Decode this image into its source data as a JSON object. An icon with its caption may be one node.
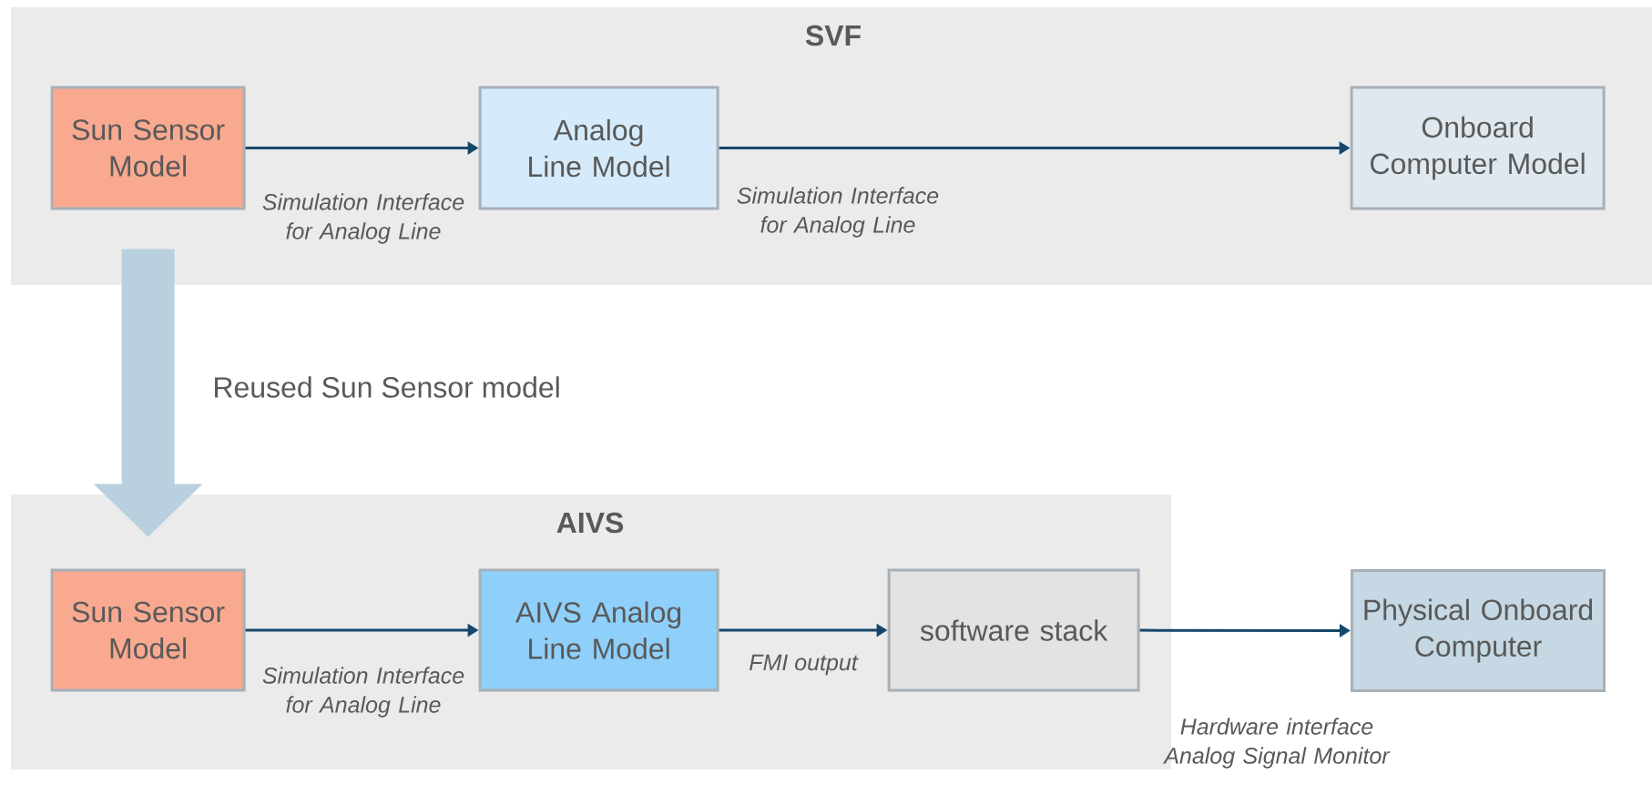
{
  "diagram": {
    "nodes": [
      {
        "text": [
          "SVF"
        ]
      },
      {
        "text": [
          "Sun Sensor Model"
        ],
        "in": 0
      },
      {
        "text": [
          "Analog Line Model"
        ],
        "in": 0
      },
      {
        "text": [
          "Onboard Computer Model"
        ],
        "in": 0
      },
      {
        "text": [
          "AIVS"
        ]
      },
      {
        "text": [
          "Sun Sensor Model"
        ],
        "in": 4
      },
      {
        "text": [
          "AIVS Analog Line Model"
        ],
        "in": 4
      },
      {
        "text": [
          "software stack"
        ],
        "in": 4
      },
      {
        "text": [
          "Physical Onboard Computer"
        ]
      }
    ],
    "edges": [
      {
        "from": 1,
        "to": 2,
        "arrow": "to",
        "label": "Simulation Interface for Analog Line"
      },
      {
        "from": 2,
        "to": 3,
        "arrow": "to",
        "label": "Simulation Interface for Analog Line"
      },
      {
        "from": 1,
        "to": 5,
        "arrow": "to",
        "label": "Reused Sun Sensor model",
        "style": "thick",
        "color": "#b9d0de"
      },
      {
        "from": 5,
        "to": 6,
        "arrow": "to",
        "label": "Simulation Interface for Analog Line"
      },
      {
        "from": 6,
        "to": 7,
        "arrow": "to",
        "label": "FMI output"
      },
      {
        "from": 7,
        "to": 8,
        "arrow": "to",
        "label": "Hardware interface Analog Signal Monitor"
      }
    ]
  }
}
